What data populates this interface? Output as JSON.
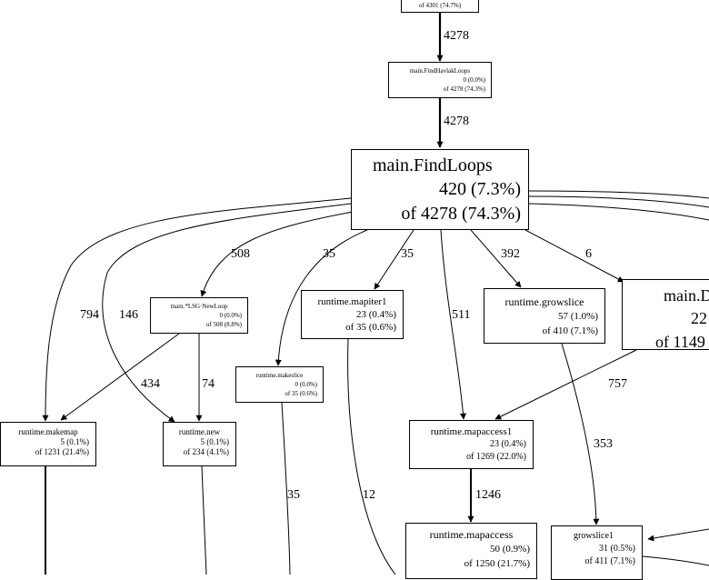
{
  "nodes": {
    "top": {
      "line1": "of 4301 (74.7%)"
    },
    "findhavlak": {
      "title": "main.FindHavlakLoops",
      "line1": "0 (0.0%)",
      "line2": "of 4278 (74.3%)"
    },
    "findloops": {
      "title": "main.FindLoops",
      "line1": "420 (7.3%)",
      "line2": "of 4278 (74.3%)"
    },
    "lsgnewloop": {
      "title": "main.*LSG·NewLoop",
      "line1": "0 (0.0%)",
      "line2": "of 508 (8.8%)"
    },
    "mapiter1": {
      "title": "runtime.mapiter1",
      "line1": "23 (0.4%)",
      "line2": "of 35 (0.6%)"
    },
    "growslice": {
      "title": "runtime.growslice",
      "line1": "57 (1.0%)",
      "line2": "of 410 (7.1%)"
    },
    "maind": {
      "title": "main.D",
      "line1": "22",
      "line2": "of 1149"
    },
    "makeslice": {
      "title": "runtime.makeslice",
      "line1": "0 (0.0%)",
      "line2": "of 35 (0.6%)"
    },
    "makemap": {
      "title": "runtime.makemap",
      "line1": "5 (0.1%)",
      "line2": "of 1231 (21.4%)"
    },
    "new": {
      "title": "runtime.new",
      "line1": "5 (0.1%)",
      "line2": "of 234 (4.1%)"
    },
    "mapaccess1": {
      "title": "runtime.mapaccess1",
      "line1": "23 (0.4%)",
      "line2": "of 1269 (22.0%)"
    },
    "mapaccess": {
      "title": "runtime.mapaccess",
      "line1": "50 (0.9%)",
      "line2": "of 1250 (21.7%)"
    },
    "growslice1": {
      "title": "growslice1",
      "line1": "31 (0.5%)",
      "line2": "of 411 (7.1%)"
    }
  },
  "edge_labels": {
    "top_to_havlak": "4278",
    "havlak_to_findloops": "4278",
    "findloops_to_makemap": "794",
    "findloops_to_new": "146",
    "findloops_to_lsgnewloop": "508",
    "findloops_to_makeslice": "35",
    "findloops_to_mapiter1": "35",
    "findloops_to_mapaccess1": "511",
    "findloops_to_growslice": "392",
    "findloops_to_maind": "6",
    "lsgnewloop_to_makemap": "434",
    "lsgnewloop_to_new": "74",
    "maind_to_mapaccess1": "757",
    "growslice_to_growslice1": "353",
    "makeslice_down": "35",
    "mapiter1_down": "12",
    "mapaccess1_to_mapaccess": "1246"
  }
}
